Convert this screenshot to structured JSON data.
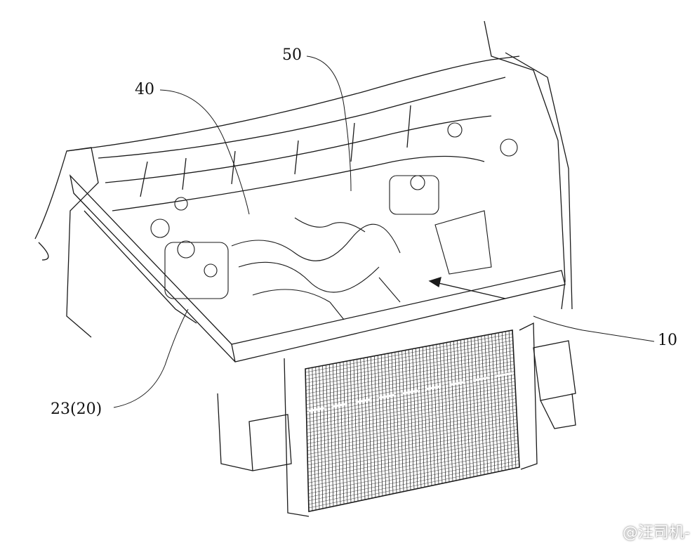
{
  "labels": {
    "l50": "50",
    "l40": "40",
    "l10": "10",
    "l23": "23(20)"
  },
  "watermark": "@汪司机-",
  "colors": {
    "line": "#1a1a1a",
    "background": "#ffffff"
  }
}
